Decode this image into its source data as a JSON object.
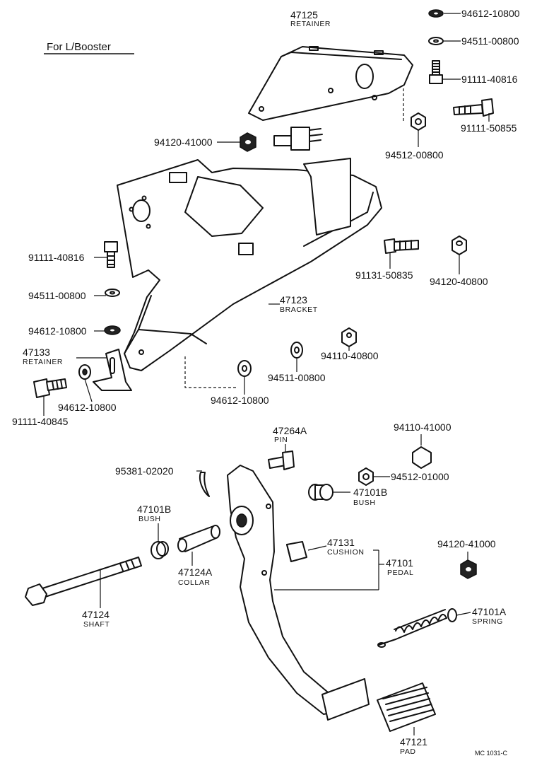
{
  "header": {
    "note": "For L/Booster"
  },
  "footer": {
    "code": "MC 1031-C"
  },
  "parts": {
    "p47125": {
      "num": "47125",
      "name": "RETAINER"
    },
    "p94612_10800_top": {
      "num": "94612-10800"
    },
    "p94511_00800_top": {
      "num": "94511-00800"
    },
    "p91111_40816_top": {
      "num": "91111-40816"
    },
    "p91111_50855": {
      "num": "91111-50855"
    },
    "p94120_41000_top": {
      "num": "94120-41000"
    },
    "p94512_00800": {
      "num": "94512-00800"
    },
    "p91111_40816_left": {
      "num": "91111-40816"
    },
    "p91131_50835": {
      "num": "91131-50835"
    },
    "p94120_40800": {
      "num": "94120-40800"
    },
    "p94511_00800_left": {
      "num": "94511-00800"
    },
    "p47123": {
      "num": "47123",
      "name": "BRACKET"
    },
    "p94612_10800_left": {
      "num": "94612-10800"
    },
    "p47133": {
      "num": "47133",
      "name": "RETAINER"
    },
    "p94110_40800": {
      "num": "94110-40800"
    },
    "p94511_00800_mid": {
      "num": "94511-00800"
    },
    "p94612_10800_low": {
      "num": "94612-10800"
    },
    "p94612_10800_mid": {
      "num": "94612-10800"
    },
    "p91111_40845": {
      "num": "91111-40845"
    },
    "p47264A": {
      "num": "47264A",
      "name": "PIN"
    },
    "p94110_41000": {
      "num": "94110-41000"
    },
    "p95381_02020": {
      "num": "95381-02020"
    },
    "p94512_01000": {
      "num": "94512-01000"
    },
    "p47101B_right": {
      "num": "47101B",
      "name": "BUSH"
    },
    "p47101B_left": {
      "num": "47101B",
      "name": "BUSH"
    },
    "p47131": {
      "num": "47131",
      "name": "CUSHION"
    },
    "p94120_41000_low": {
      "num": "94120-41000"
    },
    "p47101": {
      "num": "47101",
      "name": "PEDAL"
    },
    "p47124A": {
      "num": "47124A",
      "name": "COLLAR"
    },
    "p47124": {
      "num": "47124",
      "name": "SHAFT"
    },
    "p47101A": {
      "num": "47101A",
      "name": "SPRING"
    },
    "p47121": {
      "num": "47121",
      "name": "PAD"
    }
  }
}
